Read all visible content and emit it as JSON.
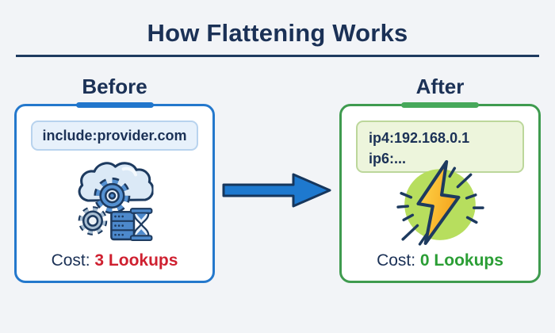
{
  "header": {
    "title": "How Flattening Works"
  },
  "colors": {
    "background": "#f2f4f7",
    "navy_text": "#1b3156",
    "blue_accent": "#2478cc",
    "green_accent": "#3f9b4f",
    "red_cost": "#cf2030",
    "green_cost": "#2b9e35",
    "arrow_blue": "#1e79cf"
  },
  "before": {
    "heading": "Before",
    "record": "include:provider.com",
    "icon": "cloud-gears-processing-icon",
    "cost_label": "Cost:",
    "cost_value": "3 Lookups"
  },
  "after": {
    "heading": "After",
    "record_lines": [
      "ip4:192.168.0.1",
      "ip6:..."
    ],
    "icon": "lightning-bolt-icon",
    "cost_label": "Cost:",
    "cost_value": "0 Lookups"
  },
  "arrow": {
    "icon": "right-arrow-icon",
    "direction": "right"
  }
}
